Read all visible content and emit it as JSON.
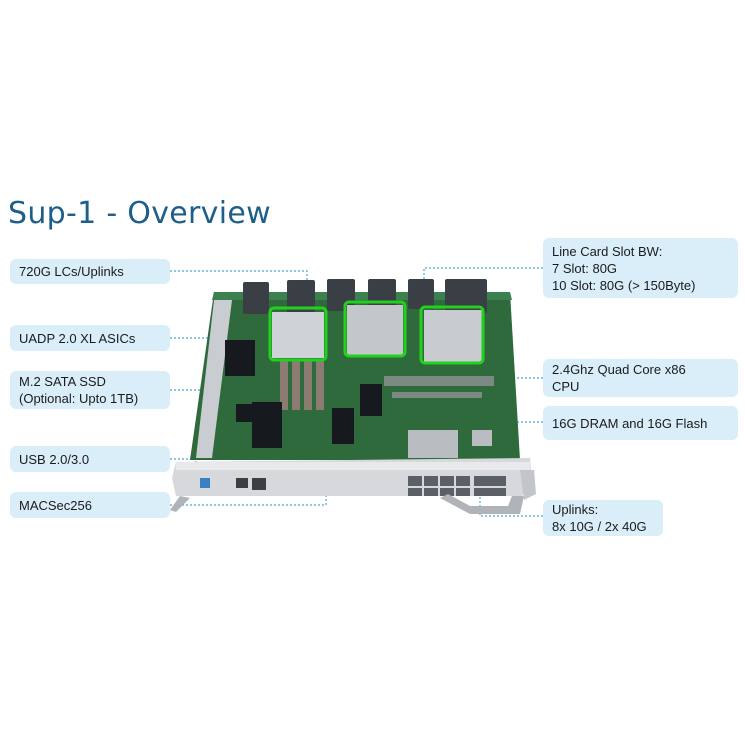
{
  "title": "Sup-1 - Overview",
  "callouts": {
    "lc_uplinks": "720G LCs/Uplinks",
    "uadp": "UADP 2.0 XL ASICs",
    "ssd": "M.2 SATA SSD\n(Optional: Upto 1TB)",
    "usb": "USB 2.0/3.0",
    "macsec": "MACSec256",
    "slot_bw": "Line Card Slot BW:\n7 Slot: 80G\n10 Slot: 80G (> 150Byte)",
    "cpu": "2.4Ghz Quad Core x86\nCPU",
    "dram": "16G DRAM and 16G Flash",
    "uplinks": "Uplinks:\n8x 10G / 2x 40G"
  },
  "colors": {
    "title": "#1d5f8a",
    "callout_bg": "#d9eef9",
    "leader": "#4aa3d8",
    "highlight": "#22d11e",
    "pcb": "#2f6a3c",
    "faceplate": "#d6d8dc"
  }
}
